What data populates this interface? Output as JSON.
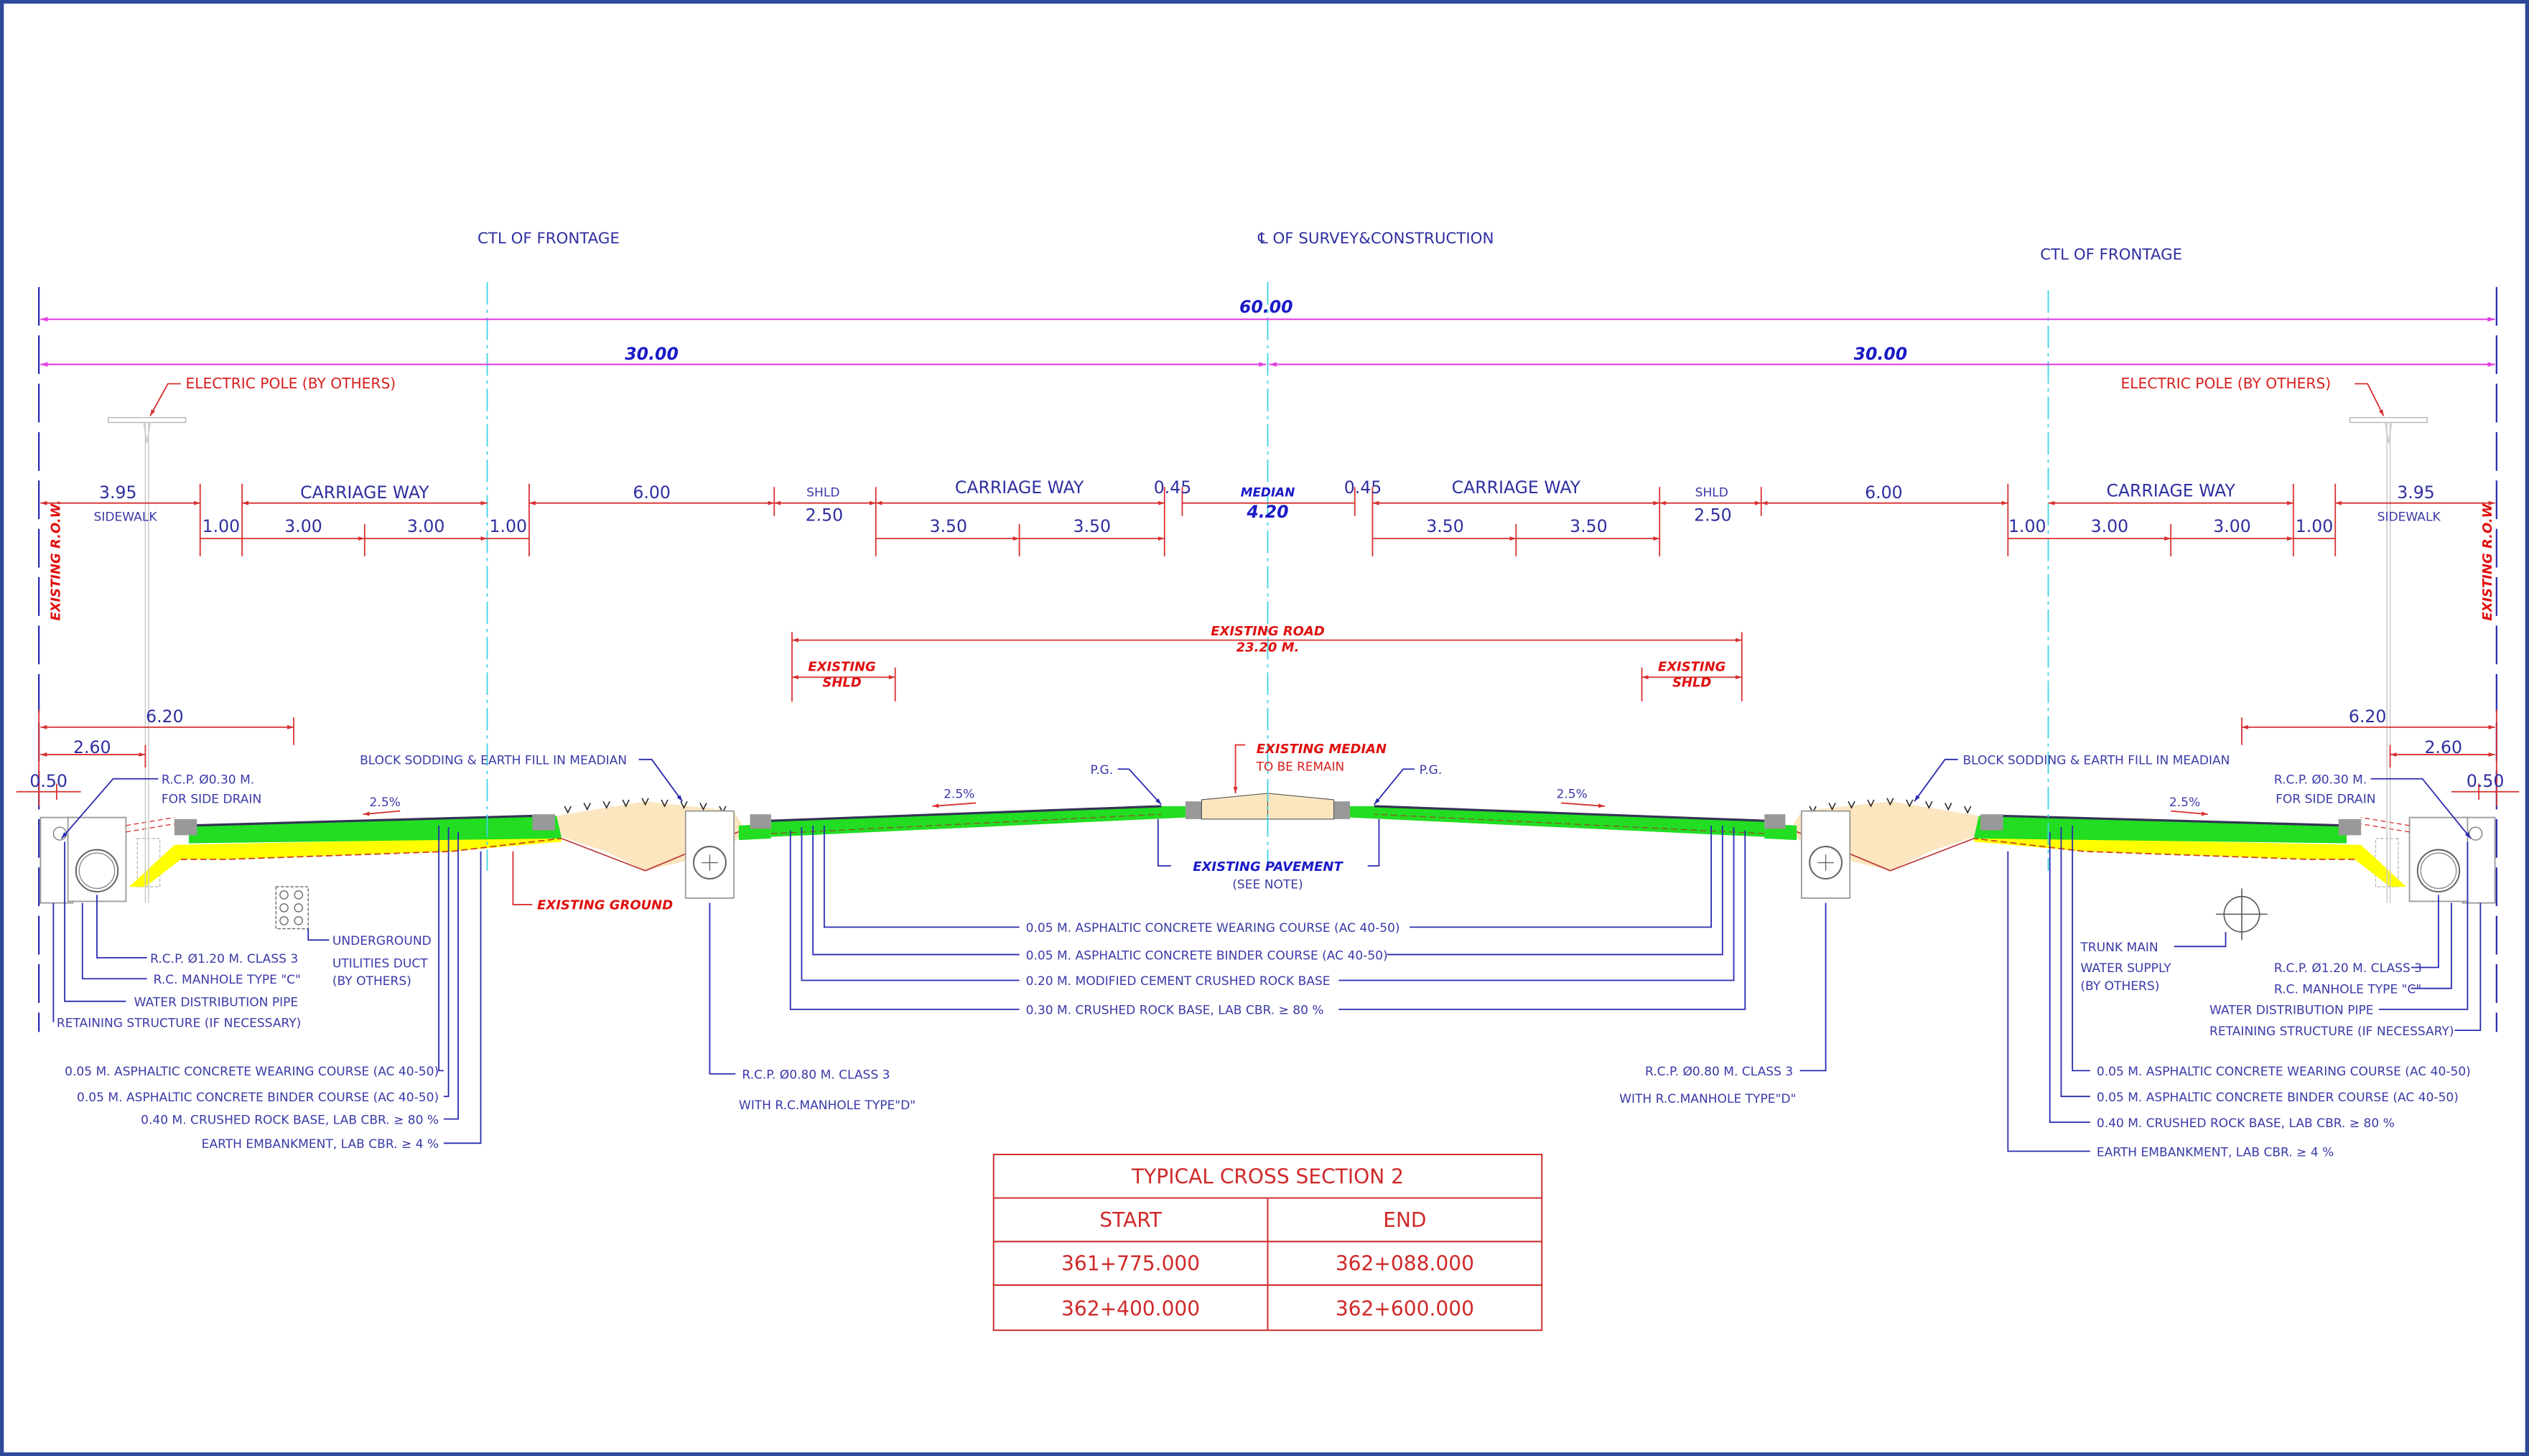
{
  "headers": {
    "ctl_left": "CTL  OF  FRONTAGE",
    "centerline": "℄ OF  SURVEY&CONSTRUCTION",
    "ctl_right": "CTL  OF  FRONTAGE"
  },
  "overall": {
    "total": "60.00",
    "half_left": "30.00",
    "half_right": "30.00"
  },
  "electric_pole": {
    "left": "ELECTRIC POLE (BY OTHERS)",
    "right": "ELECTRIC POLE (BY OTHERS)"
  },
  "row_label": {
    "left": "EXISTING  R.O.W.",
    "right": "EXISTING  R.O.W."
  },
  "dims_left": {
    "sidewalk": "3.95",
    "sidewalk_label": "SIDEWALK",
    "cw_label": "CARRIAGE WAY",
    "a": "1.00",
    "b": "3.00",
    "c": "3.00",
    "d": "1.00",
    "frontage": "6.00",
    "shld_label": "SHLD",
    "shld": "2.50",
    "cw2_label": "CARRIAGE WAY",
    "lane1": "3.50",
    "lane2": "3.50",
    "gap": "0.45"
  },
  "median": {
    "label": "MEDIAN",
    "width": "4.20"
  },
  "dims_right": {
    "gap": "0.45",
    "cw2_label": "CARRIAGE WAY",
    "lane1": "3.50",
    "lane2": "3.50",
    "shld_label": "SHLD",
    "shld": "2.50",
    "frontage": "6.00",
    "a": "1.00",
    "b": "3.00",
    "c": "3.00",
    "d": "1.00",
    "cw_label": "CARRIAGE WAY",
    "sidewalk": "3.95",
    "sidewalk_label": "SIDEWALK"
  },
  "existing": {
    "road": "EXISTING ROAD",
    "road_width": "23.20 M.",
    "shld_1": "EXISTING",
    "shld_2": "SHLD",
    "median_1": "EXISTING MEDIAN",
    "median_2": "TO BE REMAIN",
    "pavement_1": "EXISTING PAVEMENT",
    "pavement_2": "(SEE NOTE)",
    "ground": "EXISTING GROUND"
  },
  "edge_dims": {
    "d620": "6.20",
    "d260": "2.60",
    "d050": "0.50"
  },
  "slopes": {
    "s": "2.5%"
  },
  "labels": {
    "pg": "P.G.",
    "rcp030_1": "R.C.P. Ø0.30 M.",
    "rcp030_2": "FOR SIDE DRAIN",
    "sodding": "BLOCK SODDING & EARTH FILL IN MEADIAN",
    "duct_1": "UNDERGROUND",
    "duct_2": "UTILITIES DUCT",
    "duct_3": "(BY OTHERS)",
    "trunk_1": "TRUNK MAIN",
    "trunk_2": "WATER SUPPLY",
    "trunk_3": "(BY OTHERS)",
    "rcp120": "R.C.P. Ø1.20 M. CLASS 3",
    "manhole_c": "R.C. MANHOLE TYPE \"C\"",
    "water_pipe": "WATER DISTRIBUTION PIPE",
    "retaining": "RETAINING STRUCTURE (IF NECESSARY)",
    "rcp080_1": "R.C.P. Ø0.80 M. CLASS 3",
    "rcp080_2": "WITH R.C.MANHOLE TYPE\"D\""
  },
  "frontage_layers": [
    "0.05 M. ASPHALTIC CONCRETE WEARING COURSE (AC 40-50)",
    "0.05 M. ASPHALTIC CONCRETE BINDER COURSE (AC 40-50)",
    "0.40 M. CRUSHED ROCK BASE,  LAB CBR. ≥ 80 %",
    "EARTH EMBANKMENT,  LAB CBR. ≥ 4 %"
  ],
  "main_layers": [
    "0.05 M. ASPHALTIC CONCRETE WEARING COURSE (AC 40-50)",
    "0.05 M. ASPHALTIC CONCRETE BINDER COURSE (AC 40-50)",
    "0.20 M. MODIFIED CEMENT CRUSHED ROCK BASE",
    "0.30 M. CRUSHED ROCK BASE,  LAB CBR. ≥ 80 %"
  ],
  "table": {
    "title": "TYPICAL CROSS SECTION 2",
    "columns": [
      "START",
      "END"
    ],
    "rows": [
      [
        "361+775.000",
        "362+088.000"
      ],
      [
        "362+400.000",
        "362+600.000"
      ]
    ]
  },
  "colors": {
    "frame": "#2d4a9a",
    "pavement": "#22dd22",
    "subbase": "#ffff00",
    "median_fill": "#fbe6bf"
  }
}
